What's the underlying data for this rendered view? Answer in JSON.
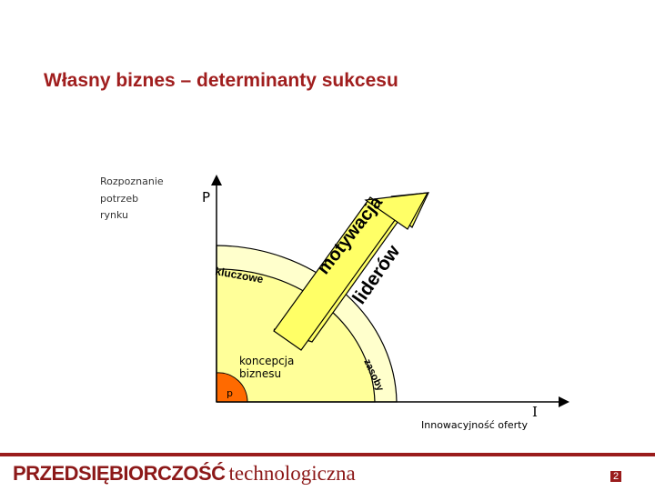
{
  "slide": {
    "title": "Własny biznes – determinanty sukcesu"
  },
  "diagram": {
    "market_label_lines": [
      "Rozpoznanie",
      "potrzeb",
      "rynku"
    ],
    "y_axis_letter": "P",
    "x_axis_letter": "I",
    "x_axis_caption": "Innowacyjność oferty",
    "core_label_lines": [
      "koncepcja",
      "biznesu"
    ],
    "small_p": "p",
    "ring_label_key": "kluczowe",
    "ring_label_resources": "zasoby",
    "arrow_word_1": "motywacja",
    "arrow_word_2": "liderów",
    "colors": {
      "core": "#ffff99",
      "ring": "#ffffcc",
      "small_circle": "#ff6a00",
      "arrow": "#ffff66"
    }
  },
  "footer": {
    "brand_bold": "PRZEDSIĘBIORCZOŚĆ",
    "brand_light": "technologiczna",
    "page_number": "2"
  }
}
